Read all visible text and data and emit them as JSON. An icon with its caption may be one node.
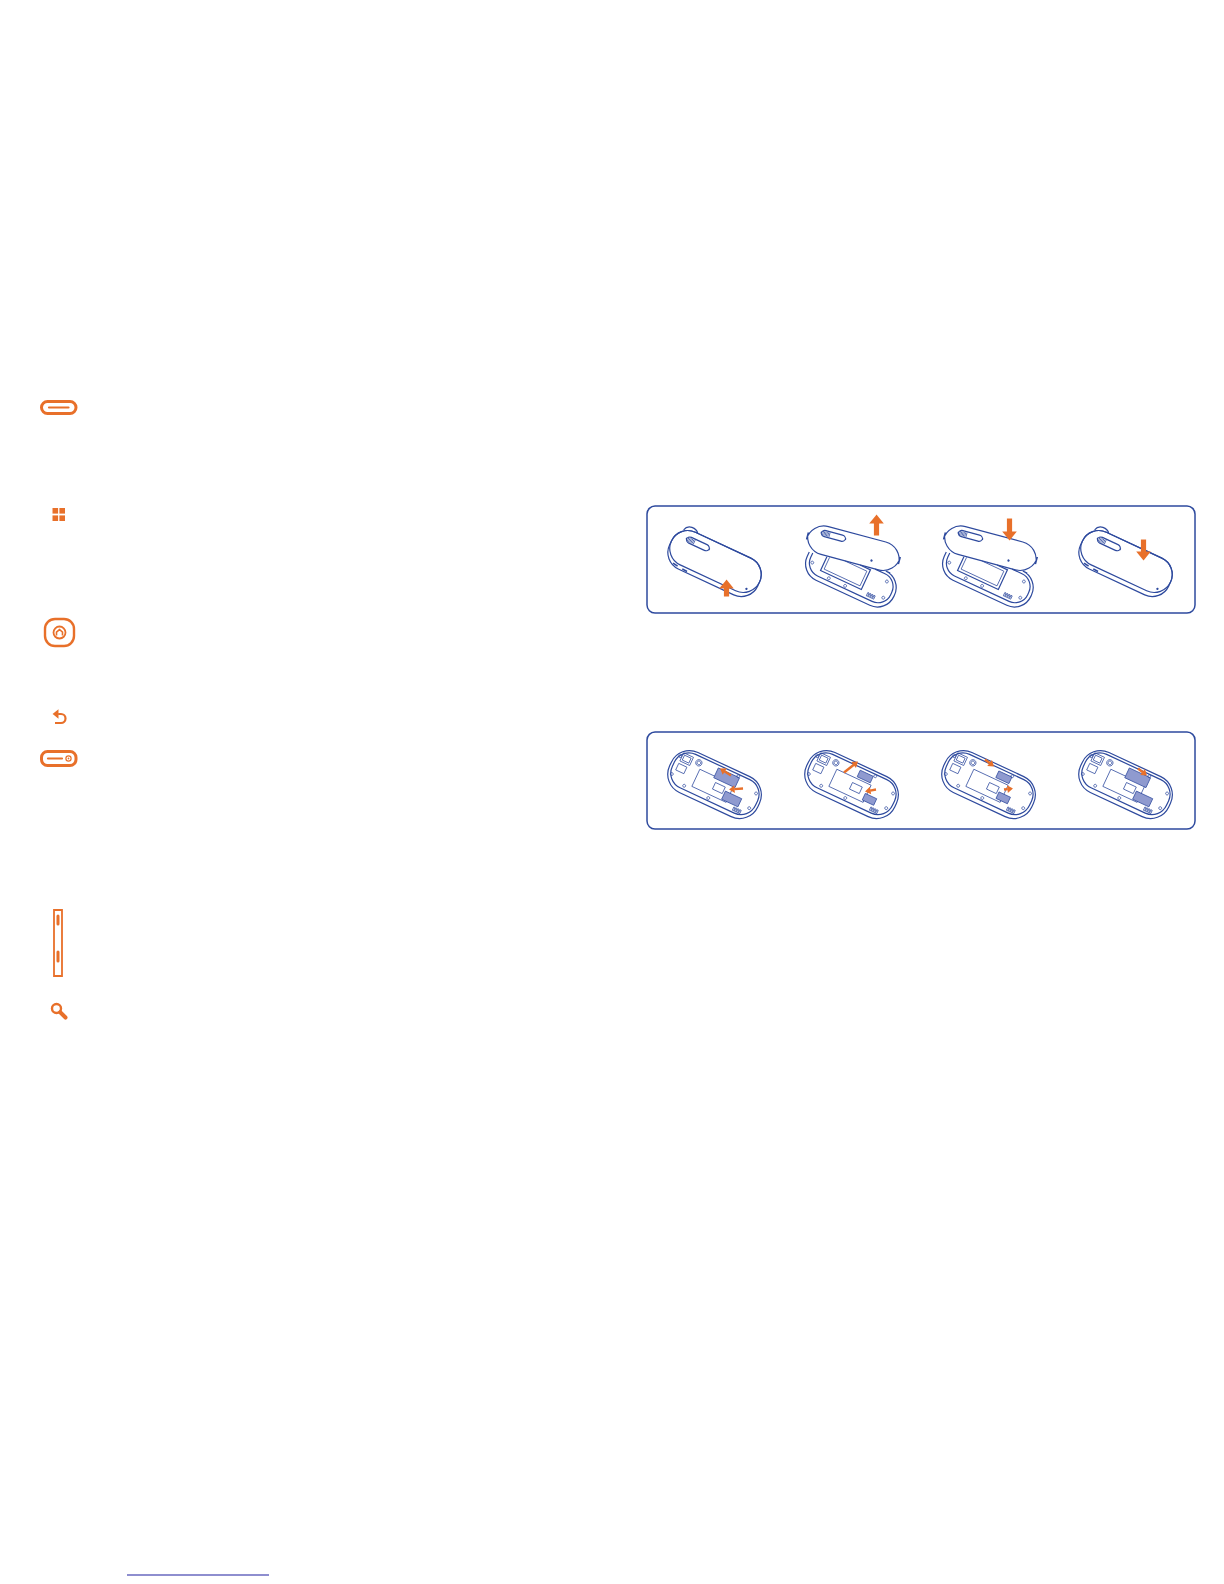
{
  "diagram": {
    "nodes": [
      {
        "text": [],
        "shape": "box"
      },
      {
        "text": [],
        "shape": "picture",
        "in": 0
      },
      {
        "text": [],
        "shape": "picture",
        "in": 0
      },
      {
        "text": [],
        "shape": "picture",
        "in": 0
      },
      {
        "text": [],
        "shape": "picture",
        "in": 0
      },
      {
        "text": [],
        "shape": "box"
      },
      {
        "text": [],
        "shape": "picture",
        "in": 5
      },
      {
        "text": [],
        "shape": "picture",
        "in": 5
      },
      {
        "text": [],
        "shape": "picture",
        "in": 5
      },
      {
        "text": [],
        "shape": "picture",
        "in": 5
      }
    ]
  }
}
